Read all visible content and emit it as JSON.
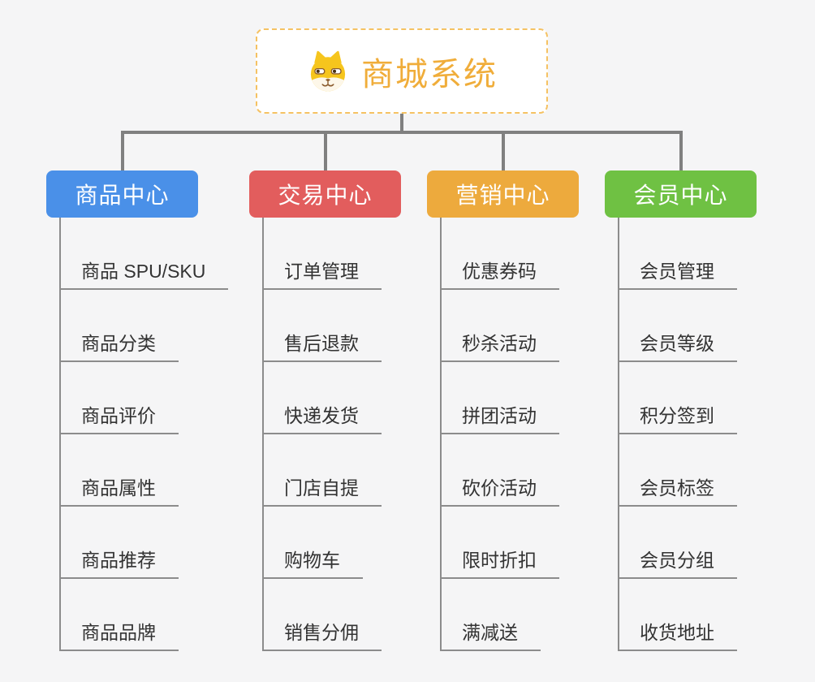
{
  "root": {
    "title": "商城系统",
    "icon": "dog-face-icon",
    "title_color": "#F0AD3A",
    "border_color": "#F5C263"
  },
  "branches": [
    {
      "label": "商品中心",
      "color": "#4A90E8",
      "children": [
        "商品 SPU/SKU",
        "商品分类",
        "商品评价",
        "商品属性",
        "商品推荐",
        "商品品牌"
      ]
    },
    {
      "label": "交易中心",
      "color": "#E25D5D",
      "children": [
        "订单管理",
        "售后退款",
        "快递发货",
        "门店自提",
        "购物车",
        "销售分佣"
      ]
    },
    {
      "label": "营销中心",
      "color": "#EDAA3D",
      "children": [
        "优惠券码",
        "秒杀活动",
        "拼团活动",
        "砍价活动",
        "限时折扣",
        "满减送"
      ]
    },
    {
      "label": "会员中心",
      "color": "#6FC143",
      "children": [
        "会员管理",
        "会员等级",
        "积分签到",
        "会员标签",
        "会员分组",
        "收货地址"
      ]
    }
  ],
  "style": {
    "background": "#F5F5F6",
    "connector_color": "#808080",
    "underline_color": "#8C8C8C",
    "child_text_color": "#333333"
  }
}
